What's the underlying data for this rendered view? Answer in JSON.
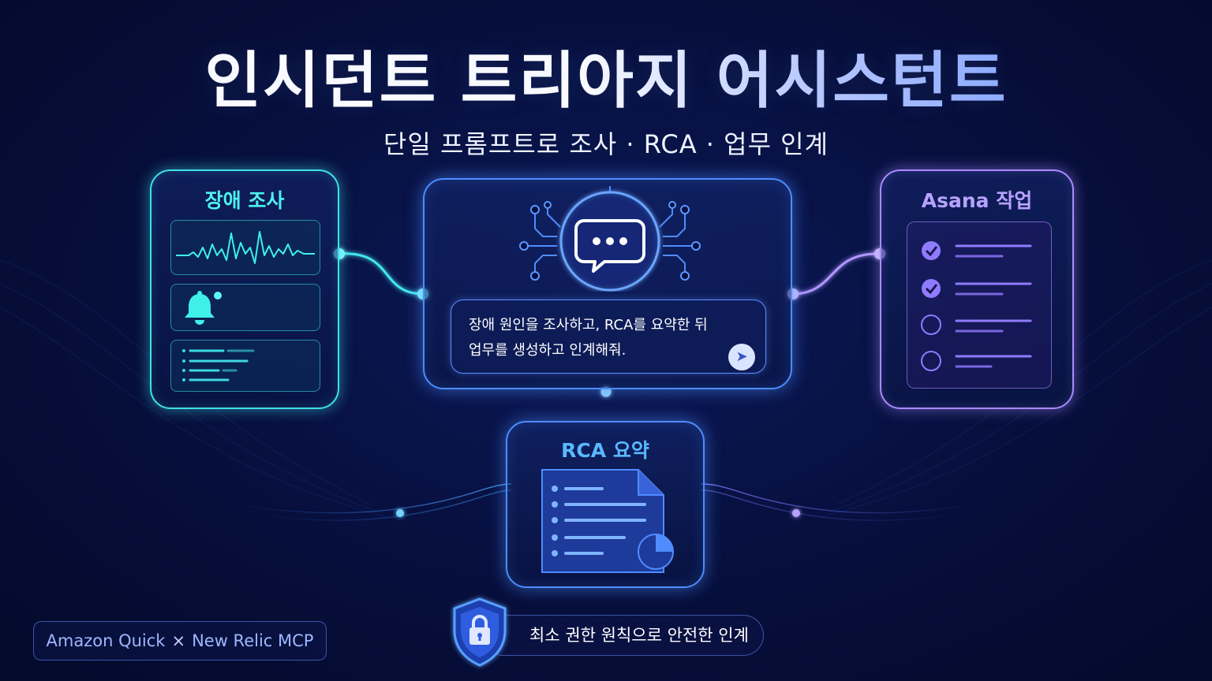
{
  "header": {
    "title": "인시던트 트리아지 어시스턴트",
    "subtitle": "단일 프롬프트로 조사 · RCA · 업무 인계"
  },
  "investigation_card": {
    "title": "장애 조사",
    "icons": [
      "waveform-icon",
      "bell-icon",
      "log-list-icon"
    ]
  },
  "assistant_card": {
    "icon": "chat-bubble-icon",
    "prompt_line_1": "장애 원인을 조사하고, RCA를 요약한 뒤",
    "prompt_line_2": "업무를 생성하고 인계해줘.",
    "send_icon": "send-icon"
  },
  "tasks_card": {
    "title": "Asana 작업",
    "tasks": [
      {
        "done": true
      },
      {
        "done": true
      },
      {
        "done": false
      },
      {
        "done": false
      }
    ]
  },
  "rca_card": {
    "title": "RCA 요약",
    "icon": "document-chart-icon"
  },
  "footer": {
    "product_left": "Amazon Quick",
    "separator": "×",
    "product_right": "New Relic MCP",
    "security_text": "최소 권한 원칙으로 안전한 인계",
    "security_icon": "shield-lock-icon"
  },
  "colors": {
    "background": "#071040",
    "cyan_accent": "#3fe0e6",
    "blue_accent": "#4d8dff",
    "purple_accent": "#a98bff"
  }
}
